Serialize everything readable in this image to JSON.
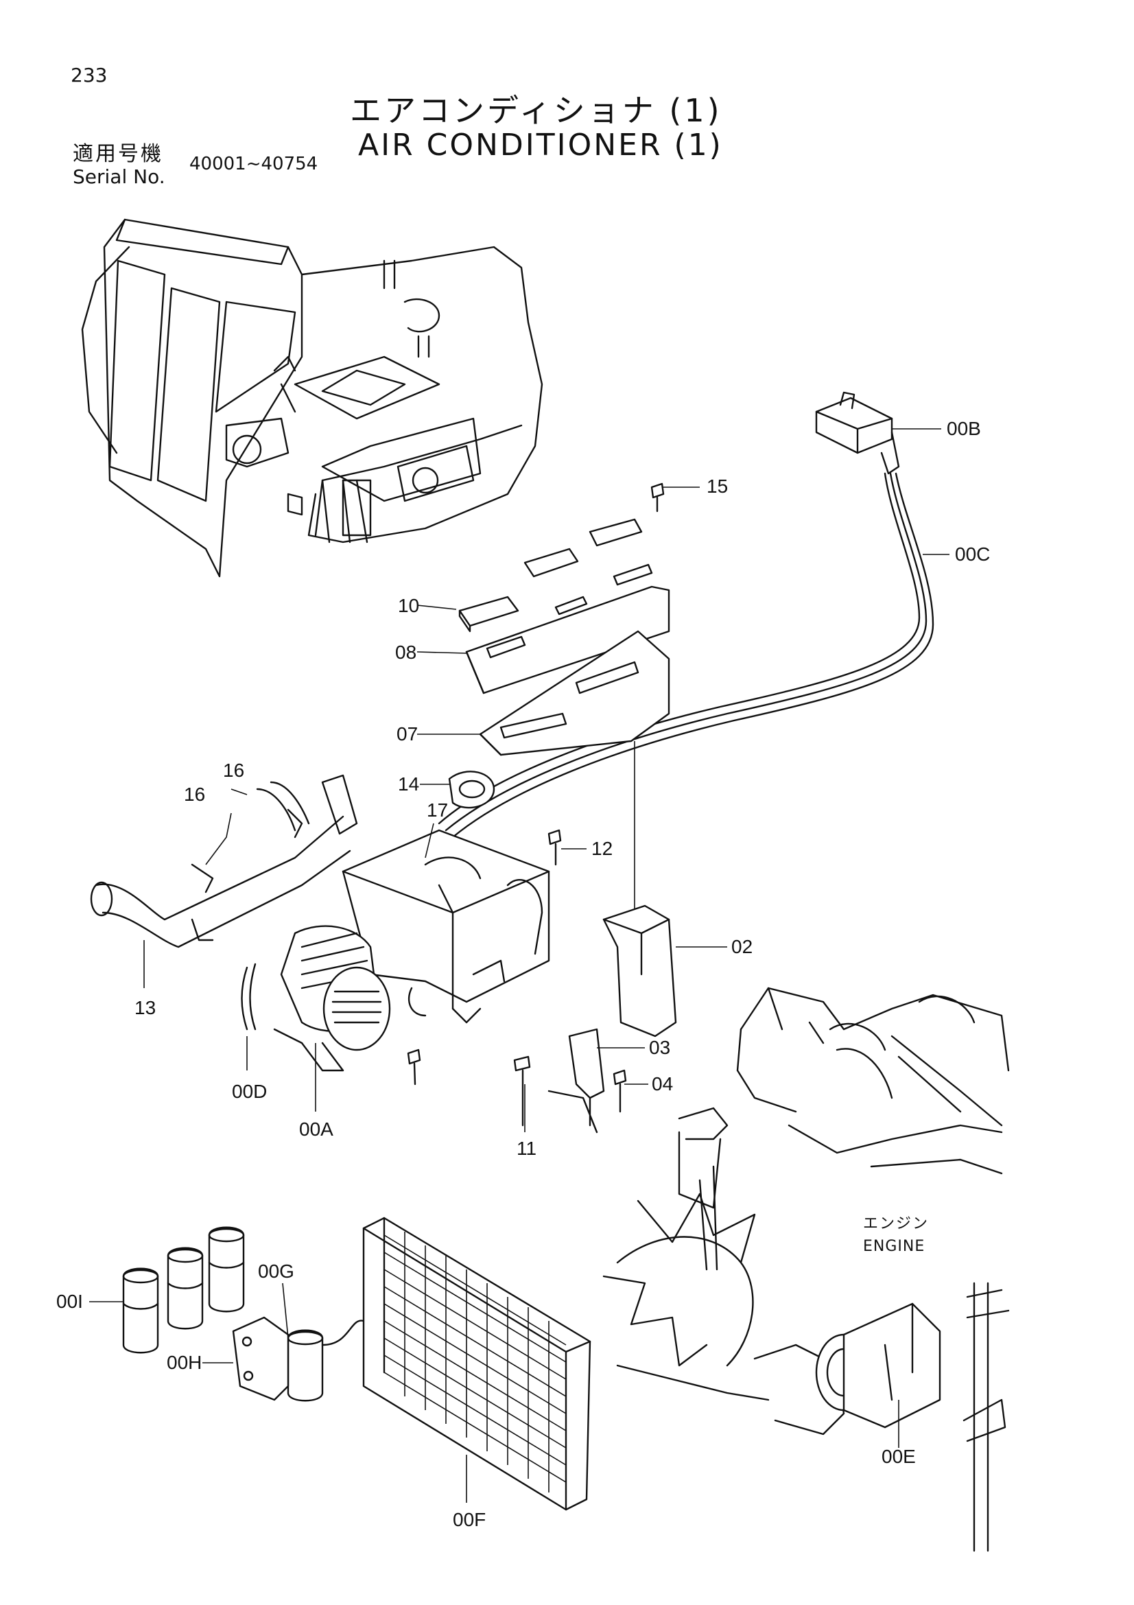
{
  "page_number": "233",
  "title_jp": "エアコンディショナ (1)",
  "title_en": "AIR CONDITIONER (1)",
  "serial": {
    "label_jp": "適用号機",
    "label_en": "Serial No.",
    "range": "40001~40754"
  },
  "engine_label": {
    "jp": "エンジン",
    "en": "ENGINE"
  },
  "callouts": {
    "c00B": "00B",
    "c15": "15",
    "c00C": "00C",
    "c10": "10",
    "c08": "08",
    "c07": "07",
    "c14": "14",
    "c16a": "16",
    "c16b": "16",
    "c17": "17",
    "c12": "12",
    "c13": "13",
    "c02": "02",
    "c03": "03",
    "c04": "04",
    "c00D": "00D",
    "c00A": "00A",
    "c11": "11",
    "c00G": "00G",
    "c00I": "00I",
    "c00H": "00H",
    "c00F": "00F",
    "c00E": "00E"
  }
}
